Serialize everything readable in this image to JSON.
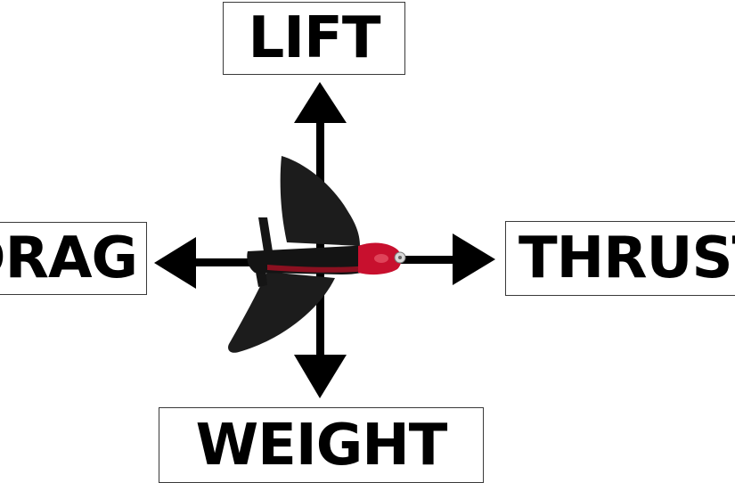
{
  "diagram": {
    "forces": {
      "lift": "LIFT",
      "drag": "DRAG",
      "thrust": "THRUST",
      "weight": "WEIGHT"
    },
    "colors": {
      "arrow": "#000000",
      "text": "#000000",
      "box_border": "#3a3a3a",
      "aircraft_body": "#1a1a1a",
      "aircraft_nose": "#c8102e"
    },
    "icons": {
      "aircraft": "flying-wing-drone-icon",
      "arrow": "arrow-icon"
    }
  }
}
